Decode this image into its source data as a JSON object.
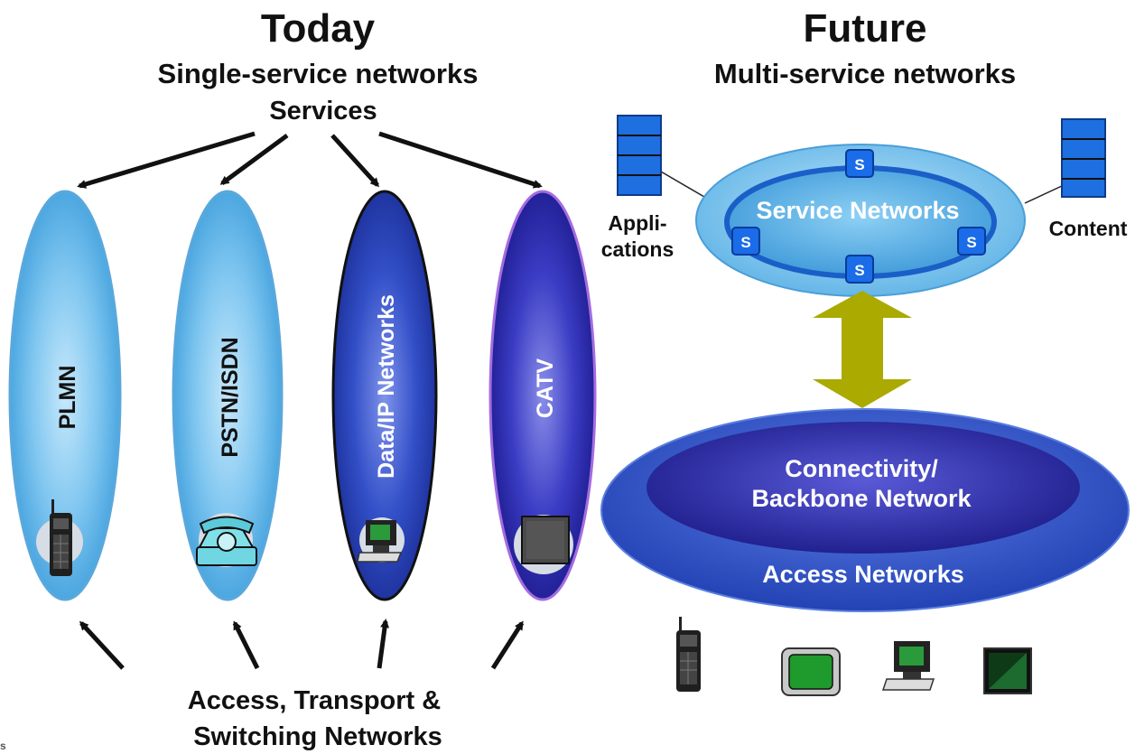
{
  "today": {
    "title": "Today",
    "subtitle": "Single-service networks",
    "services_label": "Services",
    "networks": [
      {
        "label": "PLMN",
        "device_icon": "mobile-phone-icon"
      },
      {
        "label": "PSTN/ISDN",
        "device_icon": "telephone-icon"
      },
      {
        "label": "Data/IP Networks",
        "device_icon": "computer-icon"
      },
      {
        "label": "CATV",
        "device_icon": "television-icon"
      }
    ],
    "bottom_label_line1": "Access, Transport &",
    "bottom_label_line2": "Switching Networks"
  },
  "future": {
    "title": "Future",
    "subtitle": "Multi-service networks",
    "service_networks_label": "Service Networks",
    "service_node_label": "S",
    "applications_line1": "Appli-",
    "applications_line2": "cations",
    "content_label": "Content",
    "backbone_line1": "Connectivity/",
    "backbone_line2": "Backbone Network",
    "access_networks_label": "Access Networks",
    "devices": [
      "mobile-phone-icon",
      "tv-monitor-icon",
      "computer-icon",
      "flat-screen-icon"
    ]
  },
  "footer_fragment": "s",
  "colors": {
    "light_blue": "#62b4e8",
    "dark_blue": "#1f3bb0",
    "service_blue": "#40a0dc",
    "arrow_olive": "#aaaa00",
    "title_black": "#111111"
  }
}
